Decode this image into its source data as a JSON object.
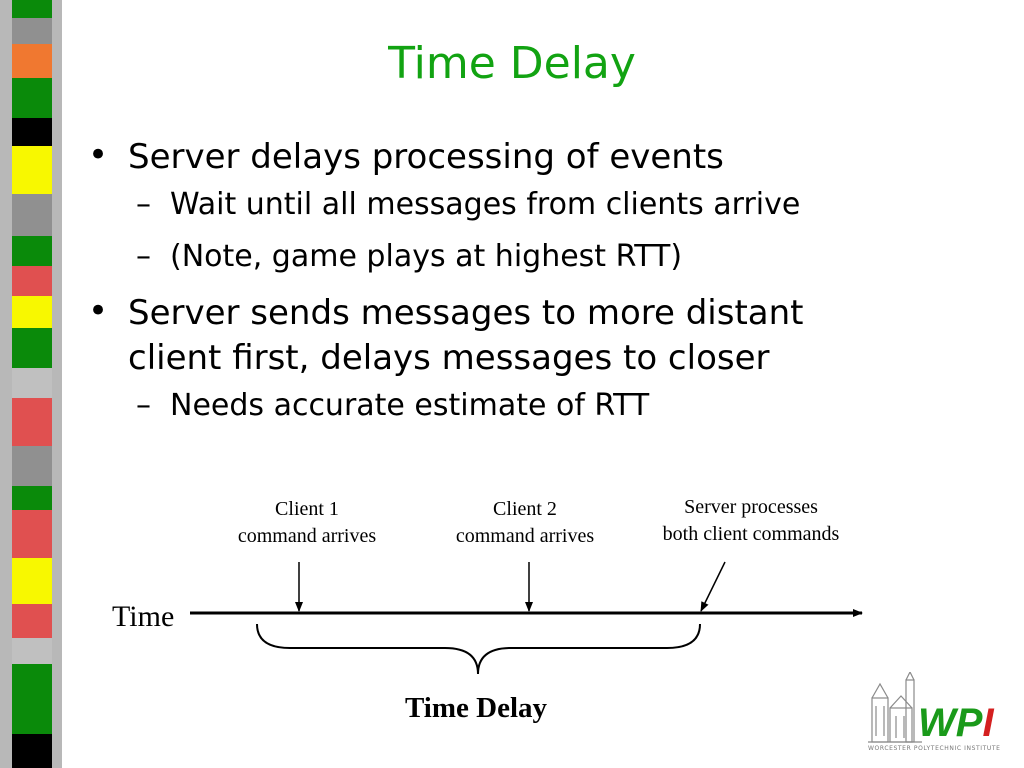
{
  "slide": {
    "title": "Time Delay",
    "bullets": [
      {
        "text": "Server delays processing of events",
        "subs": [
          "Wait until all messages from clients arrive",
          "(Note, game plays at highest RTT)"
        ]
      },
      {
        "text": "Server sends messages to more distant client first, delays messages to closer",
        "subs": [
          "Needs accurate estimate of RTT"
        ]
      }
    ],
    "bullet_glyph": "•",
    "dash_glyph": "–"
  },
  "diagram": {
    "label_client1_line1": "Client 1",
    "label_client1_line2": "command arrives",
    "label_client2_line1": "Client 2",
    "label_client2_line2": "command arrives",
    "label_server_line1": "Server processes",
    "label_server_line2": "both client commands",
    "time_axis_label": "Time",
    "brace_label": "Time Delay"
  },
  "logo": {
    "text": "WPI",
    "caption": "WORCESTER POLYTECHNIC INSTITUTE",
    "colors": {
      "green": "#1a9a1a",
      "red": "#d42020"
    }
  },
  "stripe_colors": {
    "green": "#0a8a0a",
    "orange": "#f07830",
    "black": "#000000",
    "yellow": "#f8f800",
    "red": "#e05050",
    "gray": "#909090",
    "lightgray": "#c0c0c0"
  },
  "accent_colors": {
    "title": "#12a312"
  }
}
